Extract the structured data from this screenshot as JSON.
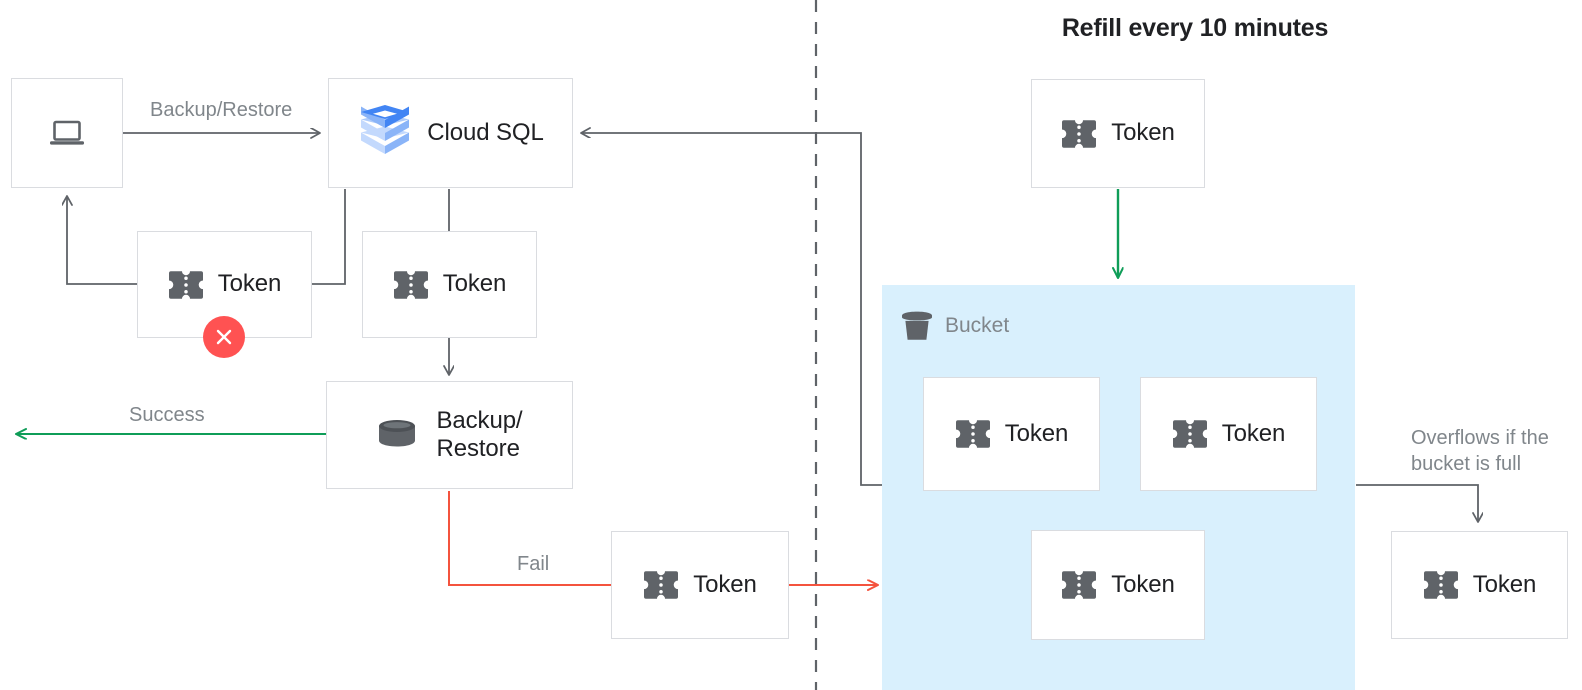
{
  "diagram": {
    "title": "Refill every 10 minutes",
    "colors": {
      "line": "#5f6368",
      "success": "#0f9d58",
      "fail": "#f4533e",
      "bucket_fill": "#d9f0fd",
      "box_border": "#dadce0",
      "error_badge": "#ff5252",
      "text_primary": "#202124",
      "text_muted": "#80868b",
      "logo_blue_dark": "#4285f4",
      "logo_blue_mid": "#8ab4f8",
      "logo_blue_light": "#c3d9fd"
    }
  },
  "nodes": {
    "client": {
      "label": "",
      "icon": "laptop-icon"
    },
    "cloud_sql": {
      "label": "Cloud SQL",
      "icon": "cloud-sql-logo"
    },
    "token_rejected": {
      "label": "Token",
      "icon": "token-icon",
      "badge": "error-x"
    },
    "token_accepted": {
      "label": "Token",
      "icon": "token-icon"
    },
    "backup_restore": {
      "label": "Backup/\nRestore",
      "icon": "database-icon"
    },
    "token_fail": {
      "label": "Token",
      "icon": "token-icon"
    },
    "token_refill": {
      "label": "Token",
      "icon": "token-icon"
    },
    "token_bucket_1": {
      "label": "Token",
      "icon": "token-icon"
    },
    "token_bucket_2": {
      "label": "Token",
      "icon": "token-icon"
    },
    "token_bucket_3": {
      "label": "Token",
      "icon": "token-icon"
    },
    "token_overflow": {
      "label": "Token",
      "icon": "token-icon"
    }
  },
  "bucket": {
    "label": "Bucket",
    "icon": "bucket-icon"
  },
  "edge_labels": {
    "backup_restore": "Backup/Restore",
    "success": "Success",
    "fail": "Fail",
    "overflow": "Overflows if the\nbucket is full"
  }
}
